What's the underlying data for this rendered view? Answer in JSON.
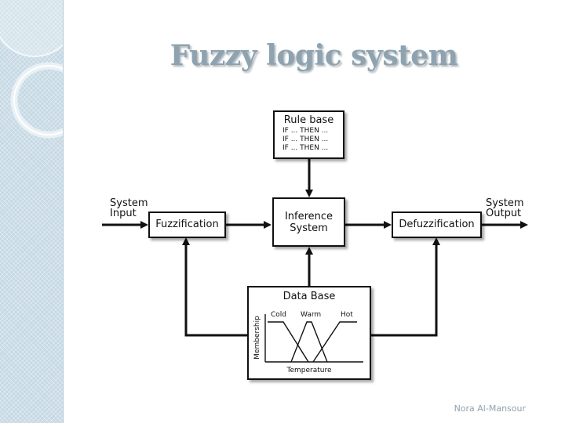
{
  "slide": {
    "title": "Fuzzy logic system",
    "footer": "Nora Al-Mansour"
  },
  "diagram": {
    "system_input": [
      "System",
      "Input"
    ],
    "system_output": [
      "System",
      "Output"
    ],
    "rule_base": {
      "title": "Rule base",
      "rules": [
        "IF ... THEN ...",
        "IF ... THEN ...",
        "IF ... THEN ..."
      ]
    },
    "fuzzification": "Fuzzification",
    "inference": [
      "Inference",
      "System"
    ],
    "defuzzification": "Defuzzification",
    "data_base": {
      "title": "Data Base",
      "y_axis": "Membership",
      "x_axis": "Temperature",
      "sets": [
        "Cold",
        "Warm",
        "Hot"
      ]
    }
  },
  "colors": {
    "title": "#8ea2b0",
    "sidebar": "#c5d8e4",
    "line": "#111111"
  }
}
